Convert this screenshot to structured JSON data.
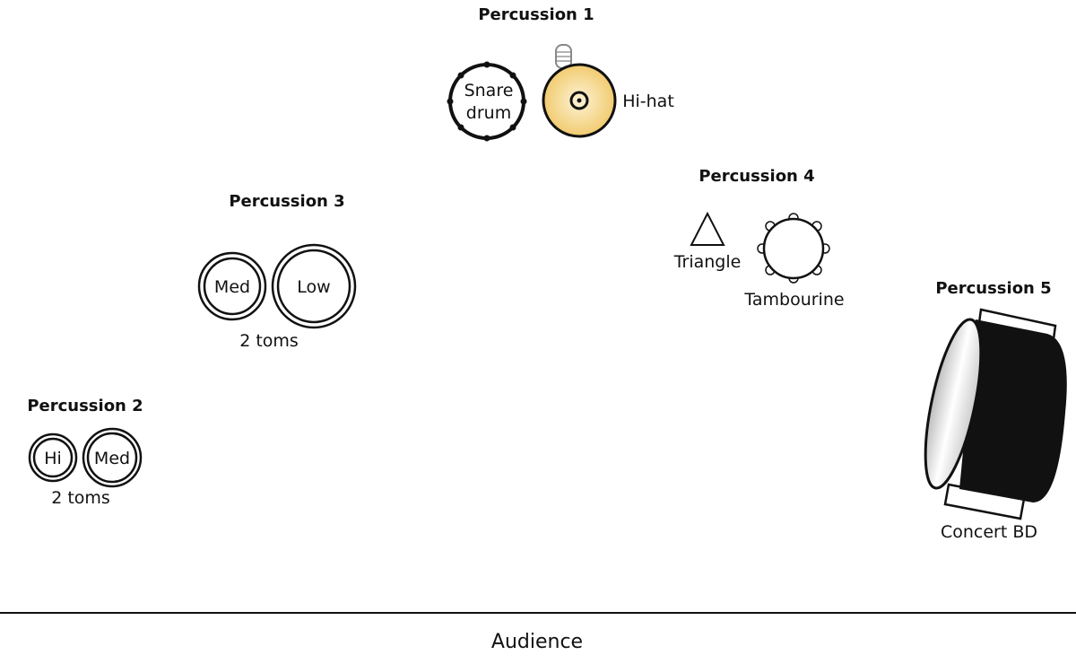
{
  "groups": {
    "p1": {
      "title": "Percussion 1",
      "snare": [
        "Snare",
        "drum"
      ],
      "hihat": "Hi-hat"
    },
    "p2": {
      "title": "Percussion 2",
      "hi": "Hi",
      "med": "Med",
      "caption": "2 toms"
    },
    "p3": {
      "title": "Percussion 3",
      "med": "Med",
      "low": "Low",
      "caption": "2 toms"
    },
    "p4": {
      "title": "Percussion 4",
      "triangle": "Triangle",
      "tambourine": "Tambourine"
    },
    "p5": {
      "title": "Percussion 5",
      "bass": "Concert BD"
    }
  },
  "audience": "Audience",
  "colors": {
    "hihat": "#f3cf73",
    "ink": "#111111"
  }
}
